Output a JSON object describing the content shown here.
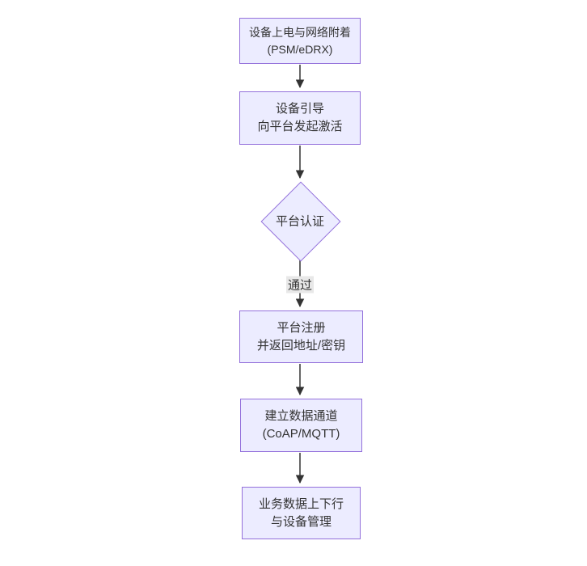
{
  "diagram": {
    "type": "flowchart",
    "direction": "top-down",
    "colors": {
      "background": "#ffffff",
      "node_fill": "#ECECFF",
      "node_border": "#9370DB",
      "text": "#333333",
      "edge": "#333333",
      "edge_label_bg": "#e8e8e8"
    },
    "nodes": [
      {
        "id": "power-attach",
        "shape": "rect",
        "lines": [
          "设备上电与网络附着",
          "(PSM/eDRX)"
        ]
      },
      {
        "id": "bootstrap",
        "shape": "rect",
        "lines": [
          "设备引导",
          "向平台发起激活"
        ]
      },
      {
        "id": "platform-auth",
        "shape": "diamond",
        "lines": [
          "平台认证"
        ]
      },
      {
        "id": "platform-register",
        "shape": "rect",
        "lines": [
          "平台注册",
          "并返回地址/密钥"
        ]
      },
      {
        "id": "data-channel",
        "shape": "rect",
        "lines": [
          "建立数据通道",
          "(CoAP/MQTT)"
        ]
      },
      {
        "id": "business-data",
        "shape": "rect",
        "lines": [
          "业务数据上下行",
          "与设备管理"
        ]
      }
    ],
    "edges": [
      {
        "from": "power-attach",
        "to": "bootstrap",
        "label": ""
      },
      {
        "from": "bootstrap",
        "to": "platform-auth",
        "label": ""
      },
      {
        "from": "platform-auth",
        "to": "platform-register",
        "label": "通过"
      },
      {
        "from": "platform-register",
        "to": "data-channel",
        "label": ""
      },
      {
        "from": "data-channel",
        "to": "business-data",
        "label": ""
      }
    ]
  }
}
